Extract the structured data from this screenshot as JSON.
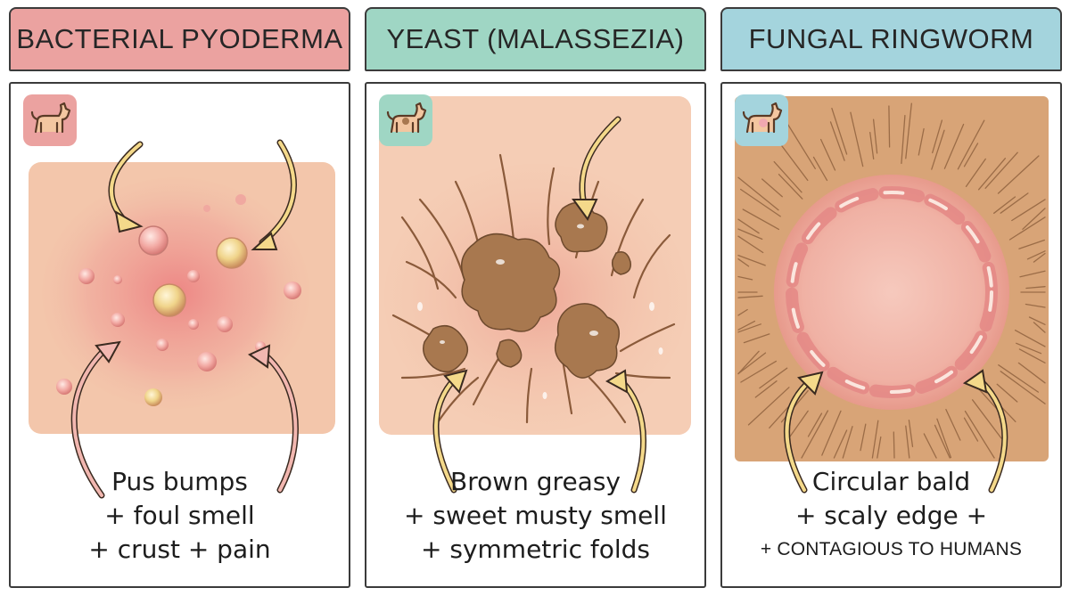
{
  "panels": [
    {
      "title": "BACTERIAL PYODERMA",
      "header_color": "#eba2a0",
      "caption": [
        "Pus bumps",
        "+ foul smell",
        "+ crust + pain"
      ]
    },
    {
      "title": "YEAST (MALASSEZIA)",
      "header_color": "#9fd6c4",
      "caption": [
        "Brown greasy",
        "+ sweet musty smell",
        "+ symmetric folds"
      ]
    },
    {
      "title": "FUNGAL RINGWORM",
      "header_color": "#a4d4dd",
      "caption": [
        "Circular bald",
        "+ scaly edge +",
        "+ CONTAGIOUS TO HUMANS"
      ]
    }
  ],
  "icons": [
    "dog-icon",
    "dog-icon",
    "dog-icon"
  ],
  "colors": {
    "skin": "#f3c6ab",
    "inflamed": "#ea8a86",
    "yeast_brown": "#a8784f",
    "ringworm_bg": "#d8a477",
    "arrow_yellow": "#f4d98a",
    "arrow_pink": "#f2b7b0"
  }
}
